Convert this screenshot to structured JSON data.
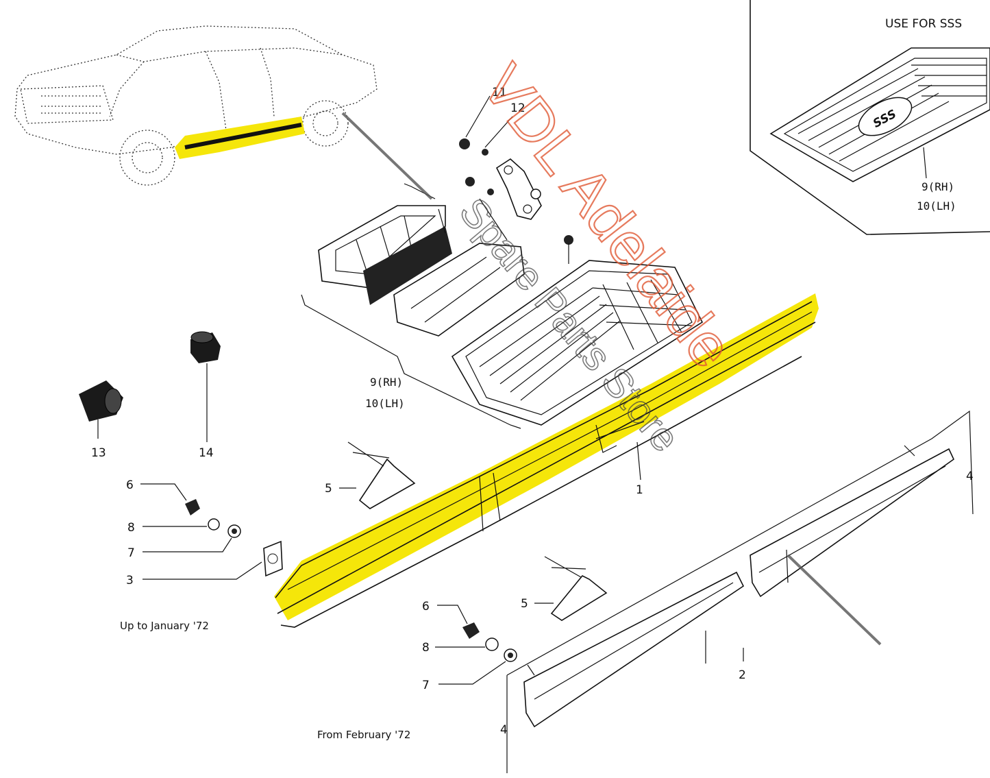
{
  "inset": {
    "title": "USE FOR SSS",
    "badge": "SSS",
    "part_rh": "9(RH)",
    "part_lh": "10(LH)"
  },
  "callouts": {
    "n1": "1",
    "n2": "2",
    "n3": "3",
    "n4a": "4",
    "n4b": "4",
    "n5a": "5",
    "n5b": "5",
    "n6a": "6",
    "n6b": "6",
    "n7a": "7",
    "n7b": "7",
    "n8a": "8",
    "n8b": "8",
    "n11": "11",
    "n12": "12",
    "n13": "13",
    "n14": "14",
    "vent_rh": "9(RH)",
    "vent_lh": "10(LH)"
  },
  "notes": {
    "early": "Up to January '72",
    "late": "From February '72"
  },
  "watermark": {
    "line1": "VDL Adelaide",
    "line2": "Spare Parts Store"
  },
  "colors": {
    "highlight": "#f5e60a",
    "watermark_orange": "#e05a35",
    "watermark_gray": "#444444",
    "ink": "#111111"
  }
}
